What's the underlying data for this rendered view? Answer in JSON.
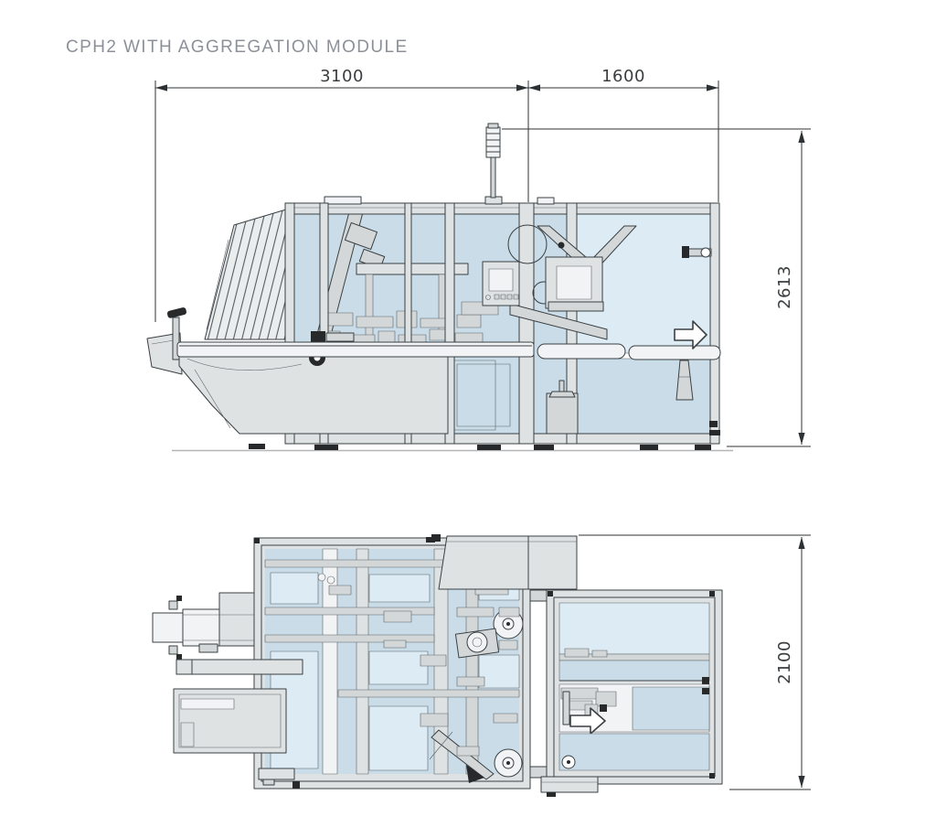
{
  "title": "CPH2 WITH AGGREGATION MODULE",
  "drawing": {
    "side_view": {
      "dim_width_main": "3100",
      "dim_width_aggregation": "1600",
      "dim_height": "2613"
    },
    "top_view": {
      "dim_depth": "2100"
    }
  },
  "colors": {
    "title_text": "#8C9199",
    "dim_text": "#3B3E40",
    "line_dark": "#3A4043",
    "line_dim": "#2E3133",
    "fill_gray": "#DFE2E3",
    "fill_gray_mid": "#D3D7D8",
    "panel_blue": "#C9DCE8",
    "panel_blue_light": "#DCEBF4",
    "ground": "#B2B6B8"
  }
}
